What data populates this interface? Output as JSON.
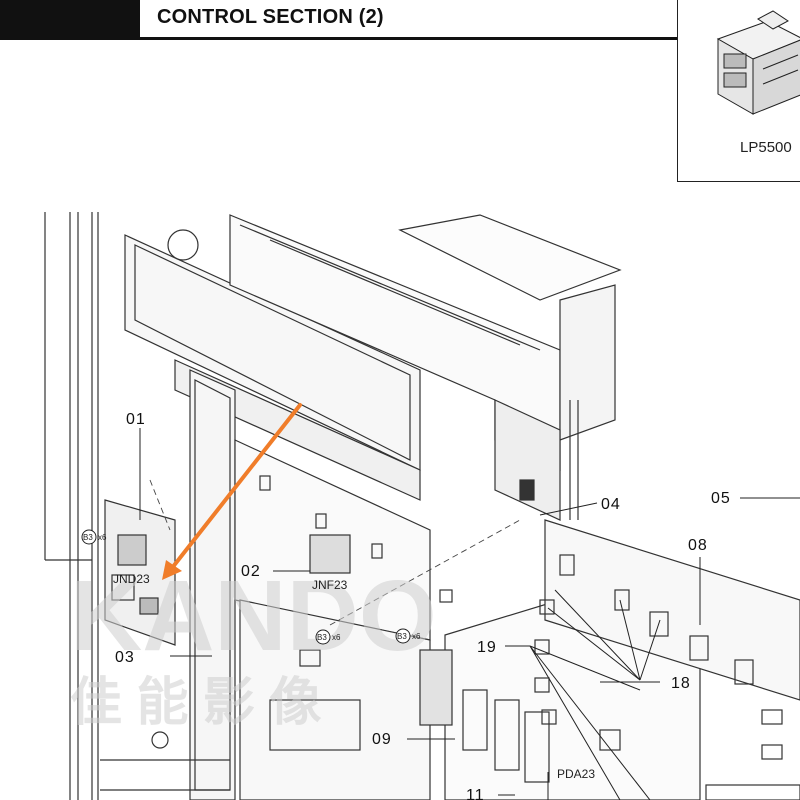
{
  "header": {
    "title": "CONTROL SECTION (2)"
  },
  "model": {
    "label": "LP5500"
  },
  "callouts": [
    "01",
    "02",
    "03",
    "04",
    "05",
    "08",
    "09",
    "11",
    "18",
    "19"
  ],
  "connectors": [
    "JND23",
    "JNF23",
    "PDA23"
  ],
  "screws": [
    {
      "code": "B3",
      "qty": "x6"
    },
    {
      "code": "B3",
      "qty": "x6"
    },
    {
      "code": "B3",
      "qty": "x6"
    }
  ],
  "watermark": {
    "latin": "KANDO",
    "cjk": "佳 能 影 像"
  },
  "colors": {
    "ink": "#111111",
    "arrow": "#f07d2a",
    "watermark": "#cfcfcf"
  }
}
